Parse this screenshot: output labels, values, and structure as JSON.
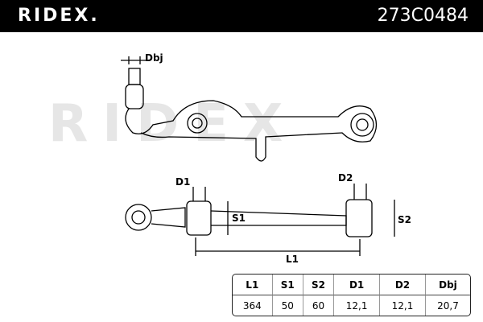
{
  "header": {
    "brand": "RIDEX.",
    "part_number": "273C0484"
  },
  "watermark": "RIDEX",
  "labels": {
    "dbj": "Dbj",
    "d1": "D1",
    "d2": "D2",
    "s1": "S1",
    "s2": "S2",
    "l1": "L1"
  },
  "specs": {
    "headers": [
      "L1",
      "S1",
      "S2",
      "D1",
      "D2",
      "Dbj"
    ],
    "values": [
      "364",
      "50",
      "60",
      "12,1",
      "12,1",
      "20,7"
    ]
  }
}
